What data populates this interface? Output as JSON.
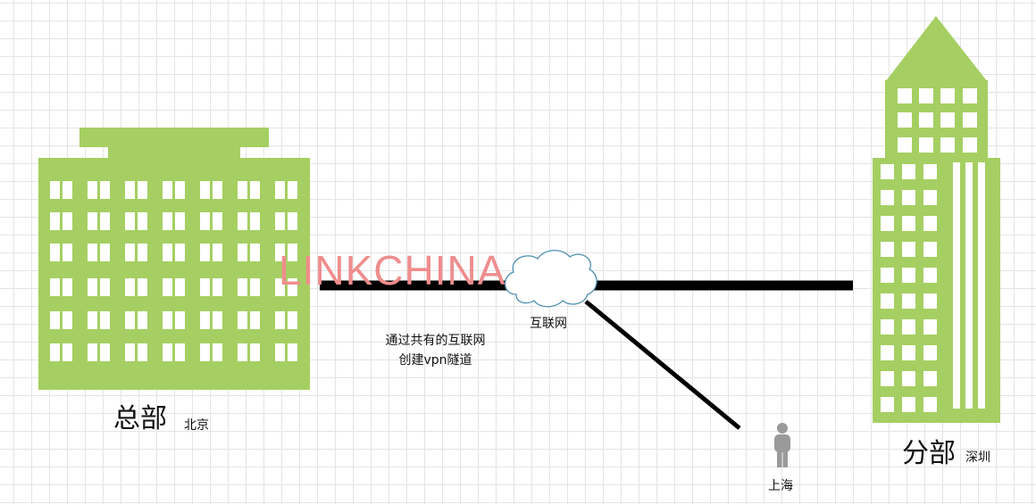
{
  "colors": {
    "building": "#a5cf62",
    "window": "#ffffff",
    "link": "#000000",
    "cloud_fill": "#ffffff",
    "cloud_stroke": "#4d8fb0",
    "person": "#9a9a9a",
    "watermark": "#ef8d8d"
  },
  "watermark": "LINKCHINA",
  "headquarters": {
    "title": "总部",
    "city": "北京"
  },
  "branch": {
    "title": "分部",
    "city": "深圳"
  },
  "internet": {
    "label": "互联网"
  },
  "tunnel_note": {
    "line1": "通过共有的互联网",
    "line2": "创建vpn隧道"
  },
  "remote_user": {
    "city": "上海"
  },
  "icons": [
    "building-icon",
    "skyscraper-icon",
    "cloud-icon",
    "person-icon"
  ]
}
